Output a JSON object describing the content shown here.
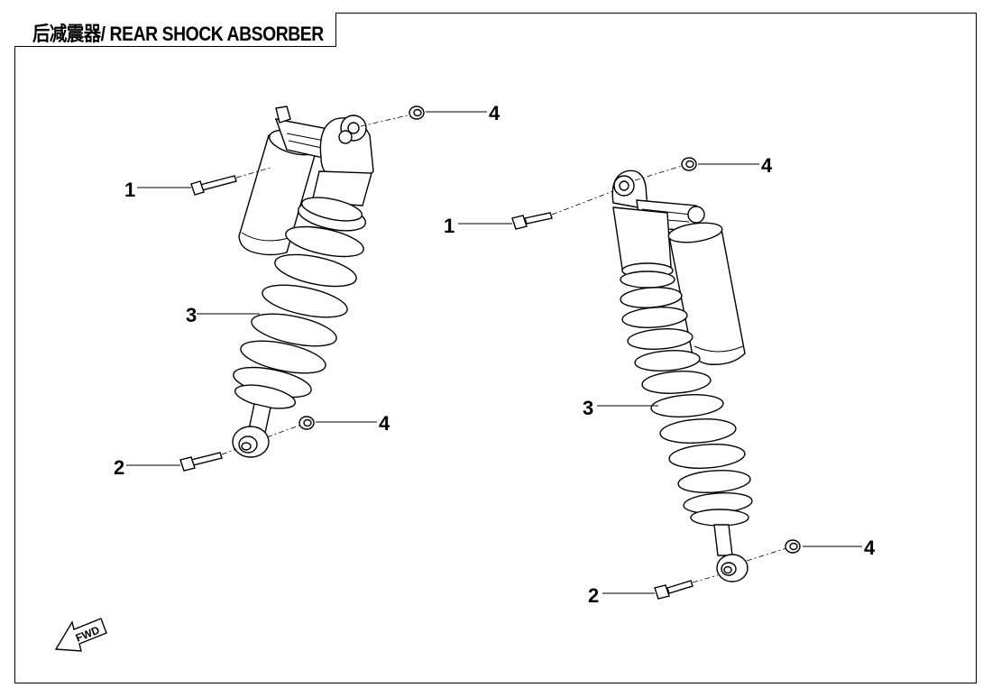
{
  "title": "后减震器/ REAR SHOCK ABSORBER",
  "fwd_label": "FWD",
  "callouts": {
    "left": {
      "bolt_top": "1",
      "bolt_bottom": "2",
      "spring": "3",
      "nut_top": "4",
      "nut_bottom": "4"
    },
    "right": {
      "bolt_top": "1",
      "bolt_bottom": "2",
      "spring": "3",
      "nut_top": "4",
      "nut_bottom": "4"
    }
  }
}
